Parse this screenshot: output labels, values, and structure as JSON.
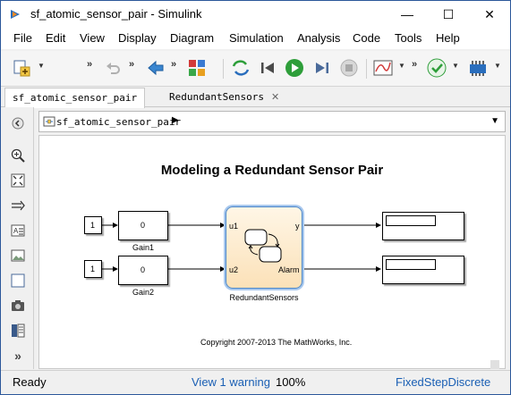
{
  "window": {
    "title": "sf_atomic_sensor_pair - Simulink",
    "minimize_glyph": "—",
    "maximize_glyph": "☐",
    "close_glyph": "✕"
  },
  "menu": [
    "File",
    "Edit",
    "View",
    "Display",
    "Diagram",
    "Simulation",
    "Analysis",
    "Code",
    "Tools",
    "Help"
  ],
  "toolbar": {
    "icons": [
      "new-model-icon",
      "undo-icon",
      "back-arrow-icon",
      "library-browser-icon",
      "update-diagram-icon",
      "step-back-icon",
      "run-icon",
      "step-forward-icon",
      "stop-icon",
      "scope-icon",
      "check-icon",
      "build-icon"
    ],
    "accent_green": "#2e9e3a",
    "accent_blue": "#2a6ebd"
  },
  "tabs": [
    {
      "label": "sf_atomic_sensor_pair",
      "active": true
    },
    {
      "label": "RedundantSensors",
      "active": false,
      "close": "✕"
    }
  ],
  "palette_icons": [
    "hide-explorer-icon",
    "zoom-icon",
    "fit-to-view-icon",
    "signal-arrow-icon",
    "text-annotation-icon",
    "image-icon",
    "area-icon",
    "camera-icon",
    "model-browser-icon",
    "more-icon"
  ],
  "palette_more_glyph": "»",
  "address": {
    "path": "sf_atomic_sensor_pair",
    "arrow": "▶",
    "dropdown": "▼"
  },
  "canvas": {
    "title": "Modeling a Redundant Sensor Pair",
    "copyright": "Copyright 2007-2013 The MathWorks, Inc.",
    "const1": "1",
    "const2": "1",
    "gain1_value": "0",
    "gain1_label": "Gain1",
    "gain2_value": "0",
    "gain2_label": "Gain2",
    "chart_label": "RedundantSensors",
    "port_u1": "u1",
    "port_u2": "u2",
    "port_y": "y",
    "port_alarm": "Alarm"
  },
  "status": {
    "ready": "Ready",
    "warning": "View 1 warning",
    "zoom": "100%",
    "solver": "FixedStepDiscrete"
  }
}
